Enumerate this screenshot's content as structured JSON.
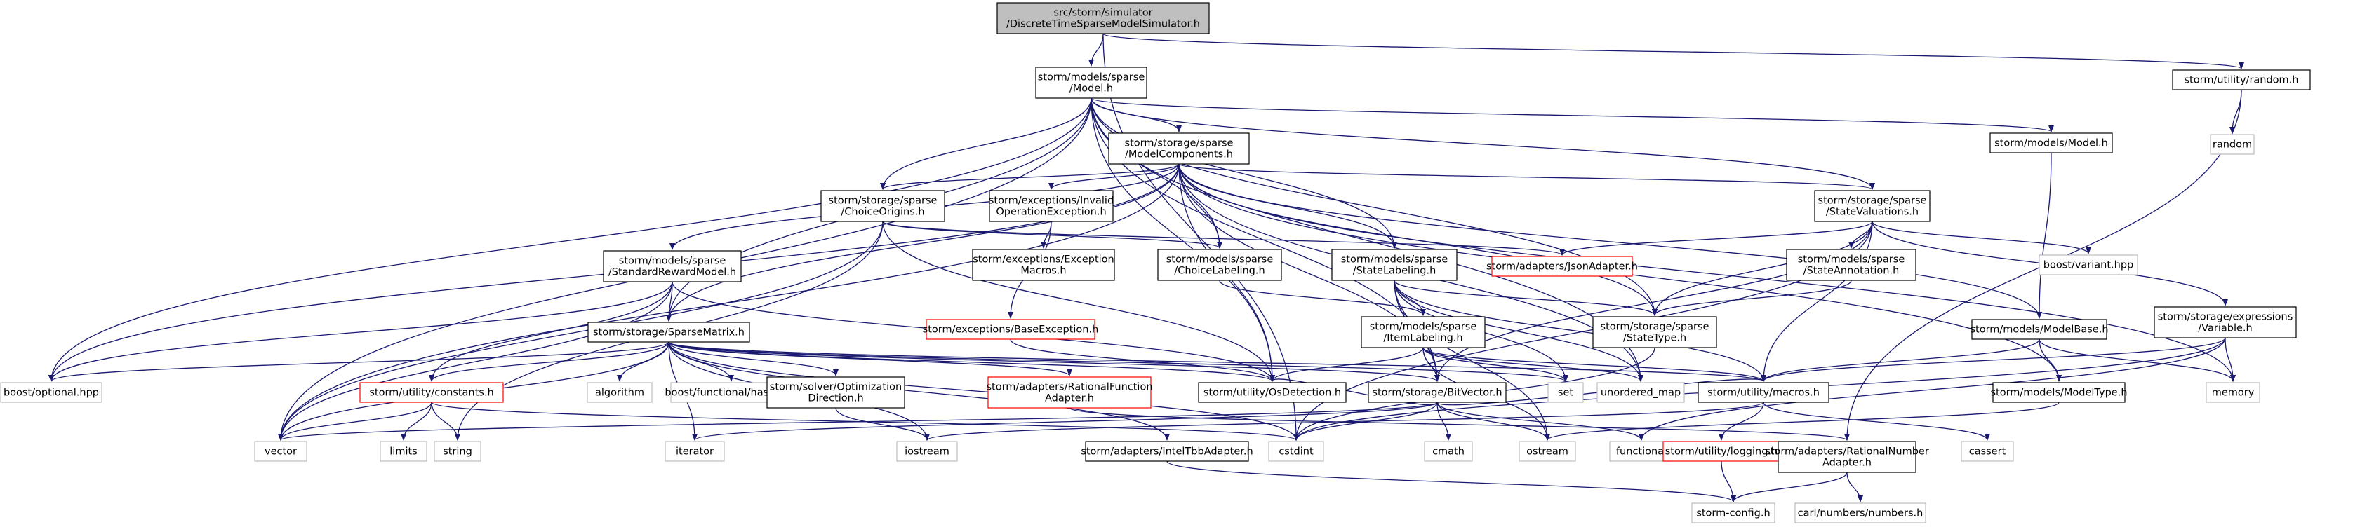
{
  "title": "src/storm/simulator/DiscreteTimeSparseModelSimulator.h",
  "colors": {
    "root_fill": "#bfbfbf",
    "file_fill": "#ffffff",
    "file_border": "#000000",
    "missing_border": "#bfbfbf",
    "missing_text": "#808080",
    "error_border": "#ff0000",
    "error_text": "#ff0000",
    "edge": "#191970"
  },
  "nodes": [
    {
      "id": "root",
      "kind": "root",
      "lines": [
        "src/storm/simulator",
        "/DiscreteTimeSparseModelSimulator.h"
      ]
    },
    {
      "id": "model",
      "kind": "file",
      "lines": [
        "storm/models/sparse",
        "/Model.h"
      ]
    },
    {
      "id": "random_h",
      "kind": "file",
      "lines": [
        "storm/utility/random.h"
      ]
    },
    {
      "id": "random",
      "kind": "missing",
      "lines": [
        "random"
      ]
    },
    {
      "id": "modelcomponents",
      "kind": "file",
      "lines": [
        "storm/storage/sparse",
        "/ModelComponents.h"
      ]
    },
    {
      "id": "models_model",
      "kind": "file",
      "lines": [
        "storm/models/Model.h"
      ]
    },
    {
      "id": "invalidop",
      "kind": "file",
      "lines": [
        "storm/exceptions/Invalid",
        "OperationException.h"
      ]
    },
    {
      "id": "choiceorigins",
      "kind": "file",
      "lines": [
        "storm/storage/sparse",
        "/ChoiceOrigins.h"
      ]
    },
    {
      "id": "statevaluations",
      "kind": "file",
      "lines": [
        "storm/storage/sparse",
        "/StateValuations.h"
      ]
    },
    {
      "id": "jsonadapter",
      "kind": "error",
      "lines": [
        "storm/adapters/JsonAdapter.h"
      ]
    },
    {
      "id": "exceptionmacros",
      "kind": "file",
      "lines": [
        "storm/exceptions/Exception",
        "Macros.h"
      ]
    },
    {
      "id": "standardreward",
      "kind": "file",
      "lines": [
        "storm/models/sparse",
        "/StandardRewardModel.h"
      ]
    },
    {
      "id": "choicelabeling",
      "kind": "file",
      "lines": [
        "storm/models/sparse",
        "/ChoiceLabeling.h"
      ]
    },
    {
      "id": "statelabeling",
      "kind": "file",
      "lines": [
        "storm/models/sparse",
        "/StateLabeling.h"
      ]
    },
    {
      "id": "stateannotation",
      "kind": "file",
      "lines": [
        "storm/models/sparse",
        "/StateAnnotation.h"
      ]
    },
    {
      "id": "variant",
      "kind": "missing",
      "lines": [
        "boost/variant.hpp"
      ]
    },
    {
      "id": "baseexception",
      "kind": "error",
      "lines": [
        "storm/exceptions/BaseException.h"
      ]
    },
    {
      "id": "itemlabeling",
      "kind": "file",
      "lines": [
        "storm/models/sparse",
        "/ItemLabeling.h"
      ]
    },
    {
      "id": "statetype",
      "kind": "file",
      "lines": [
        "storm/storage/sparse",
        "/StateType.h"
      ]
    },
    {
      "id": "modelbase",
      "kind": "file",
      "lines": [
        "storm/models/ModelBase.h"
      ]
    },
    {
      "id": "expvariable",
      "kind": "file",
      "lines": [
        "storm/storage/expressions",
        "/Variable.h"
      ]
    },
    {
      "id": "sparsematrix",
      "kind": "file",
      "lines": [
        "storm/storage/SparseMatrix.h"
      ]
    },
    {
      "id": "boostoptional",
      "kind": "missing",
      "lines": [
        "boost/optional.hpp"
      ]
    },
    {
      "id": "constants",
      "kind": "error",
      "lines": [
        "storm/utility/constants.h"
      ]
    },
    {
      "id": "algorithm",
      "kind": "missing",
      "lines": [
        "algorithm"
      ]
    },
    {
      "id": "hash",
      "kind": "missing",
      "lines": [
        "boost/functional/hash.hpp"
      ]
    },
    {
      "id": "optdirection",
      "kind": "file",
      "lines": [
        "storm/solver/Optimization",
        "Direction.h"
      ]
    },
    {
      "id": "ratfunc",
      "kind": "error",
      "lines": [
        "storm/adapters/RationalFunction",
        "Adapter.h"
      ]
    },
    {
      "id": "osdetection",
      "kind": "file",
      "lines": [
        "storm/utility/OsDetection.h"
      ]
    },
    {
      "id": "bitvector",
      "kind": "file",
      "lines": [
        "storm/storage/BitVector.h"
      ]
    },
    {
      "id": "set",
      "kind": "missing",
      "lines": [
        "set"
      ]
    },
    {
      "id": "unordered_map",
      "kind": "missing",
      "lines": [
        "unordered_map"
      ]
    },
    {
      "id": "macros",
      "kind": "file",
      "lines": [
        "storm/utility/macros.h"
      ]
    },
    {
      "id": "modeltype",
      "kind": "file",
      "lines": [
        "storm/models/ModelType.h"
      ]
    },
    {
      "id": "memory",
      "kind": "missing",
      "lines": [
        "memory"
      ]
    },
    {
      "id": "limits",
      "kind": "missing",
      "lines": [
        "limits"
      ]
    },
    {
      "id": "string",
      "kind": "missing",
      "lines": [
        "string"
      ]
    },
    {
      "id": "vector",
      "kind": "missing",
      "lines": [
        "vector"
      ]
    },
    {
      "id": "iterator",
      "kind": "missing",
      "lines": [
        "iterator"
      ]
    },
    {
      "id": "iostream",
      "kind": "missing",
      "lines": [
        "iostream"
      ]
    },
    {
      "id": "inteltbb",
      "kind": "file",
      "lines": [
        "storm/adapters/IntelTbbAdapter.h"
      ]
    },
    {
      "id": "cstdint",
      "kind": "missing",
      "lines": [
        "cstdint"
      ]
    },
    {
      "id": "cmath",
      "kind": "missing",
      "lines": [
        "cmath"
      ]
    },
    {
      "id": "ostream",
      "kind": "missing",
      "lines": [
        "ostream"
      ]
    },
    {
      "id": "functional",
      "kind": "missing",
      "lines": [
        "functional"
      ]
    },
    {
      "id": "logging",
      "kind": "error",
      "lines": [
        "storm/utility/logging.h"
      ]
    },
    {
      "id": "cassert",
      "kind": "missing",
      "lines": [
        "cassert"
      ]
    },
    {
      "id": "ratnumber",
      "kind": "file",
      "lines": [
        "storm/adapters/RationalNumber",
        "Adapter.h"
      ]
    },
    {
      "id": "stormconfig",
      "kind": "missing",
      "lines": [
        "storm-config.h"
      ]
    },
    {
      "id": "carlnumbers",
      "kind": "missing",
      "lines": [
        "carl/numbers/numbers.h"
      ]
    }
  ],
  "edges": [
    [
      "root",
      "model"
    ],
    [
      "root",
      "random_h"
    ],
    [
      "root",
      "cstdint"
    ],
    [
      "random_h",
      "random"
    ],
    [
      "random_h",
      "ratnumber"
    ],
    [
      "model",
      "modelcomponents"
    ],
    [
      "model",
      "models_model"
    ],
    [
      "model",
      "boostoptional"
    ],
    [
      "model",
      "vector"
    ],
    [
      "model",
      "choiceorigins"
    ],
    [
      "model",
      "statevaluations"
    ],
    [
      "model",
      "choicelabeling"
    ],
    [
      "model",
      "statelabeling"
    ],
    [
      "model",
      "sparsematrix"
    ],
    [
      "model",
      "bitvector"
    ],
    [
      "model",
      "osdetection"
    ],
    [
      "model",
      "unordered_map"
    ],
    [
      "model",
      "statetype"
    ],
    [
      "modelcomponents",
      "invalidop"
    ],
    [
      "modelcomponents",
      "choiceorigins"
    ],
    [
      "modelcomponents",
      "statevaluations"
    ],
    [
      "modelcomponents",
      "standardreward"
    ],
    [
      "modelcomponents",
      "choicelabeling"
    ],
    [
      "modelcomponents",
      "statelabeling"
    ],
    [
      "modelcomponents",
      "sparsematrix"
    ],
    [
      "modelcomponents",
      "bitvector"
    ],
    [
      "modelcomponents",
      "boostoptional"
    ],
    [
      "modelcomponents",
      "vector"
    ],
    [
      "modelcomponents",
      "unordered_map"
    ],
    [
      "modelcomponents",
      "statetype"
    ],
    [
      "modelcomponents",
      "osdetection"
    ],
    [
      "modelcomponents",
      "modelbase"
    ],
    [
      "modelcomponents",
      "modeltype"
    ],
    [
      "modelcomponents",
      "memory"
    ],
    [
      "models_model",
      "modelbase"
    ],
    [
      "invalidop",
      "exceptionmacros"
    ],
    [
      "invalidop",
      "baseexception"
    ],
    [
      "choiceorigins",
      "jsonadapter"
    ],
    [
      "choiceorigins",
      "choicelabeling"
    ],
    [
      "choiceorigins",
      "osdetection"
    ],
    [
      "choiceorigins",
      "string"
    ],
    [
      "choiceorigins",
      "vector"
    ],
    [
      "statevaluations",
      "jsonadapter"
    ],
    [
      "statevaluations",
      "stateannotation"
    ],
    [
      "statevaluations",
      "statetype"
    ],
    [
      "statevaluations",
      "variant"
    ],
    [
      "statevaluations",
      "expvariable"
    ],
    [
      "statevaluations",
      "macros"
    ],
    [
      "statevaluations",
      "cstdint"
    ],
    [
      "statevaluations",
      "bitvector"
    ],
    [
      "standardreward",
      "sparsematrix"
    ],
    [
      "standardreward",
      "constants"
    ],
    [
      "standardreward",
      "boostoptional"
    ],
    [
      "standardreward",
      "vector"
    ],
    [
      "standardreward",
      "osdetection"
    ],
    [
      "choicelabeling",
      "itemlabeling"
    ],
    [
      "statelabeling",
      "itemlabeling"
    ],
    [
      "statelabeling",
      "bitvector"
    ],
    [
      "statelabeling",
      "set"
    ],
    [
      "statelabeling",
      "unordered_map"
    ],
    [
      "statelabeling",
      "macros"
    ],
    [
      "statelabeling",
      "ostream"
    ],
    [
      "statelabeling",
      "statetype"
    ],
    [
      "stateannotation",
      "statetype"
    ],
    [
      "baseexception",
      "osdetection"
    ],
    [
      "itemlabeling",
      "bitvector"
    ],
    [
      "itemlabeling",
      "set"
    ],
    [
      "itemlabeling",
      "unordered_map"
    ],
    [
      "itemlabeling",
      "macros"
    ],
    [
      "itemlabeling",
      "ostream"
    ],
    [
      "itemlabeling",
      "osdetection"
    ],
    [
      "statetype",
      "cstdint"
    ],
    [
      "modelbase",
      "macros"
    ],
    [
      "modelbase",
      "modeltype"
    ],
    [
      "modelbase",
      "memory"
    ],
    [
      "expvariable",
      "memory"
    ],
    [
      "expvariable",
      "cstdint"
    ],
    [
      "expvariable",
      "functional"
    ],
    [
      "expvariable",
      "macros"
    ],
    [
      "sparsematrix",
      "boostoptional"
    ],
    [
      "sparsematrix",
      "constants"
    ],
    [
      "sparsematrix",
      "algorithm"
    ],
    [
      "sparsematrix",
      "hash"
    ],
    [
      "sparsematrix",
      "optdirection"
    ],
    [
      "sparsematrix",
      "ratfunc"
    ],
    [
      "sparsematrix",
      "osdetection"
    ],
    [
      "sparsematrix",
      "bitvector"
    ],
    [
      "sparsematrix",
      "macros"
    ],
    [
      "sparsematrix",
      "vector"
    ],
    [
      "sparsematrix",
      "iterator"
    ],
    [
      "sparsematrix",
      "iostream"
    ],
    [
      "sparsematrix",
      "inteltbb"
    ],
    [
      "sparsematrix",
      "cstdint"
    ],
    [
      "sparsematrix",
      "set"
    ],
    [
      "constants",
      "limits"
    ],
    [
      "constants",
      "string"
    ],
    [
      "constants",
      "vector"
    ],
    [
      "constants",
      "cstdint"
    ],
    [
      "optdirection",
      "iostream"
    ],
    [
      "ratfunc",
      "ratnumber"
    ],
    [
      "bitvector",
      "cstdint"
    ],
    [
      "bitvector",
      "cmath"
    ],
    [
      "bitvector",
      "ostream"
    ],
    [
      "bitvector",
      "functional"
    ],
    [
      "bitvector",
      "vector"
    ],
    [
      "bitvector",
      "iterator"
    ],
    [
      "bitvector",
      "osdetection"
    ],
    [
      "bitvector",
      "macros"
    ],
    [
      "macros",
      "logging"
    ],
    [
      "macros",
      "cassert"
    ],
    [
      "macros",
      "iostream"
    ],
    [
      "modeltype",
      "ostream"
    ],
    [
      "logging",
      "stormconfig"
    ],
    [
      "ratnumber",
      "stormconfig"
    ],
    [
      "ratnumber",
      "carlnumbers"
    ],
    [
      "inteltbb",
      "stormconfig"
    ]
  ]
}
